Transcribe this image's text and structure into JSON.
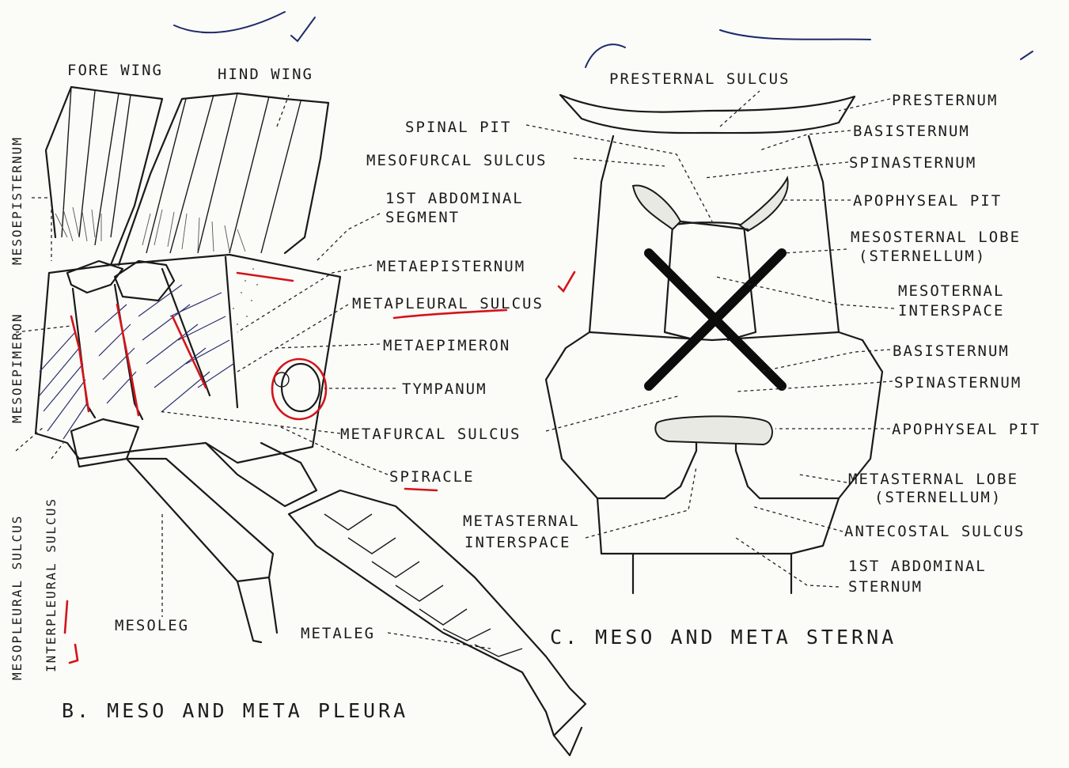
{
  "pleura": {
    "caption": "B.  MESO AND META PLEURA",
    "labels": {
      "fore_wing": "FORE WING",
      "hind_wing": "HIND WING",
      "first_abd_segment_1": "1ST ABDOMINAL",
      "first_abd_segment_2": "SEGMENT",
      "metaepisternum": "METAEPISTERNUM",
      "metapleural_sulcus": "METAPLEURAL SULCUS",
      "metaepimeron": "METAEPIMERON",
      "tympanum": "TYMPANUM",
      "metafurcal_sulcus": "METAFURCAL SULCUS",
      "spiracle": "SPIRACLE",
      "mesoleg": "MESOLEG",
      "metaleg": "METALEG",
      "mesoepisternum": "MESOEPISTERNUM",
      "mesoepimeron": "MESOEPIMERON",
      "mesopleural_sulcus": "MESOPLEURAL SULCUS",
      "interpleural_sulcus": "INTERPLEURAL SULCUS"
    }
  },
  "sterna": {
    "caption": "C.  MESO AND META STERNA",
    "labels": {
      "presternal_sulcus": "PRESTERNAL SULCUS",
      "presternum": "PRESTERNUM",
      "basisternum_1": "BASISTERNUM",
      "spinal_pit": "SPINAL PIT",
      "mesofurcal_sulcus": "MESOFURCAL SULCUS",
      "spinasternum_1": "SPINASTERNUM",
      "apophyseal_pit_1": "APOPHYSEAL PIT",
      "mesosternal_lobe_1": "MESOSTERNAL LOBE",
      "mesosternal_lobe_2": "(STERNELLUM)",
      "mesoternal_interspace_1": "MESOTERNAL",
      "mesoternal_interspace_2": "INTERSPACE",
      "basisternum_2": "BASISTERNUM",
      "spinasternum_2": "SPINASTERNUM",
      "apophyseal_pit_2": "APOPHYSEAL PIT",
      "metasternal_lobe_1": "METASTERNAL LOBE",
      "metasternal_lobe_2": "(STERNELLUM)",
      "antecostal_sulcus": "ANTECOSTAL SULCUS",
      "metasternal_interspace_1": "METASTERNAL",
      "metasternal_interspace_2": "INTERSPACE",
      "first_abd_sternum_1": "1ST ABDOMINAL",
      "first_abd_sternum_2": "STERNUM"
    }
  },
  "colors": {
    "ink": "#1a1a1a",
    "red_pen": "#d3141a",
    "blue_pen": "#1f2a6b",
    "paper": "#fbfbf8"
  }
}
